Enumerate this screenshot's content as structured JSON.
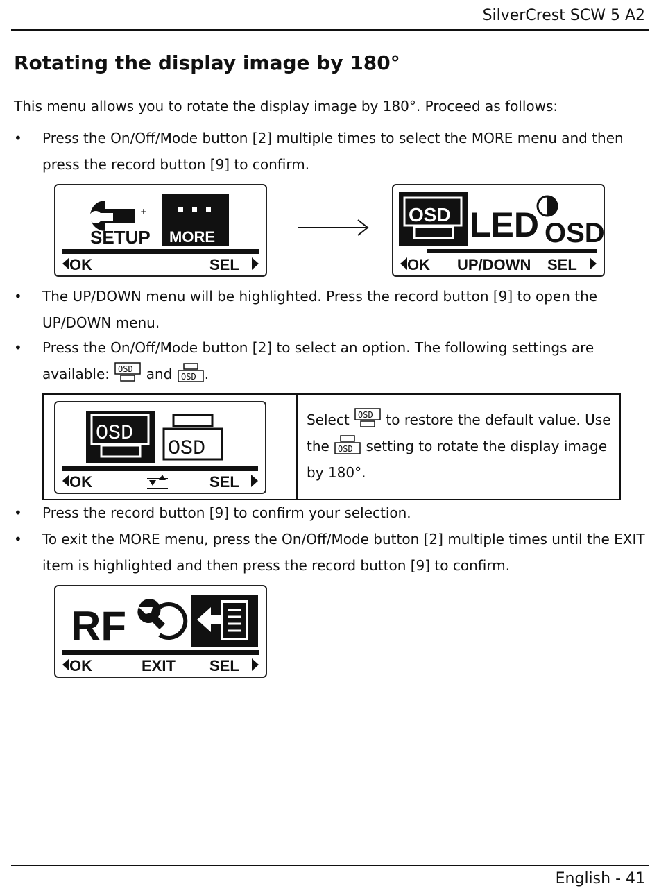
{
  "header": {
    "title": "SilverCrest SCW 5 A2"
  },
  "footer": {
    "page": "English - 41"
  },
  "section": {
    "title": "Rotating the display image by 180°"
  },
  "intro": "This menu allows you to rotate the display image by 180°. Proceed as follows:",
  "bullets": [
    "Press the On/Off/Mode button [2] multiple times to select the MORE menu and then press the record button [9] to confirm.",
    "The UP/DOWN menu will be highlighted. Press the record button [9] to open the UP/DOWN menu.",
    "Press the On/Off/Mode button [2] to select an option. The following settings are",
    "Press the record button [9] to confirm your selection.",
    "To exit the MORE menu, press the On/Off/Mode button [2] multiple times until the EXIT item is highlighted and then press the record button [9] to confirm."
  ],
  "available": {
    "prefix": "available:",
    "and": "and",
    "suffix": "."
  },
  "table": {
    "select_a": "Select",
    "select_b": "to restore the default value. Use",
    "use_a": "the",
    "use_b": "setting to rotate the display image",
    "use_c": "by 180°."
  },
  "screens": {
    "more": {
      "setup": "SETUP",
      "more": "MORE",
      "ok": "OK",
      "sel": "SEL"
    },
    "updown": {
      "osd": "OSD",
      "led": "LED",
      "ok": "OK",
      "mid": "UP/DOWN",
      "sel": "SEL"
    },
    "rotate": {
      "osd": "OSD",
      "ok": "OK",
      "sel": "SEL"
    },
    "exit": {
      "rf": "RF",
      "ok": "OK",
      "mid": "EXIT",
      "sel": "SEL"
    }
  },
  "icons": [
    "key-icon",
    "more-dots-icon",
    "osd-default-icon",
    "osd-rotated-icon",
    "led-icon",
    "contrast-icon",
    "wrench-icon",
    "exit-icon",
    "arrow-right-icon",
    "updown-icon"
  ]
}
